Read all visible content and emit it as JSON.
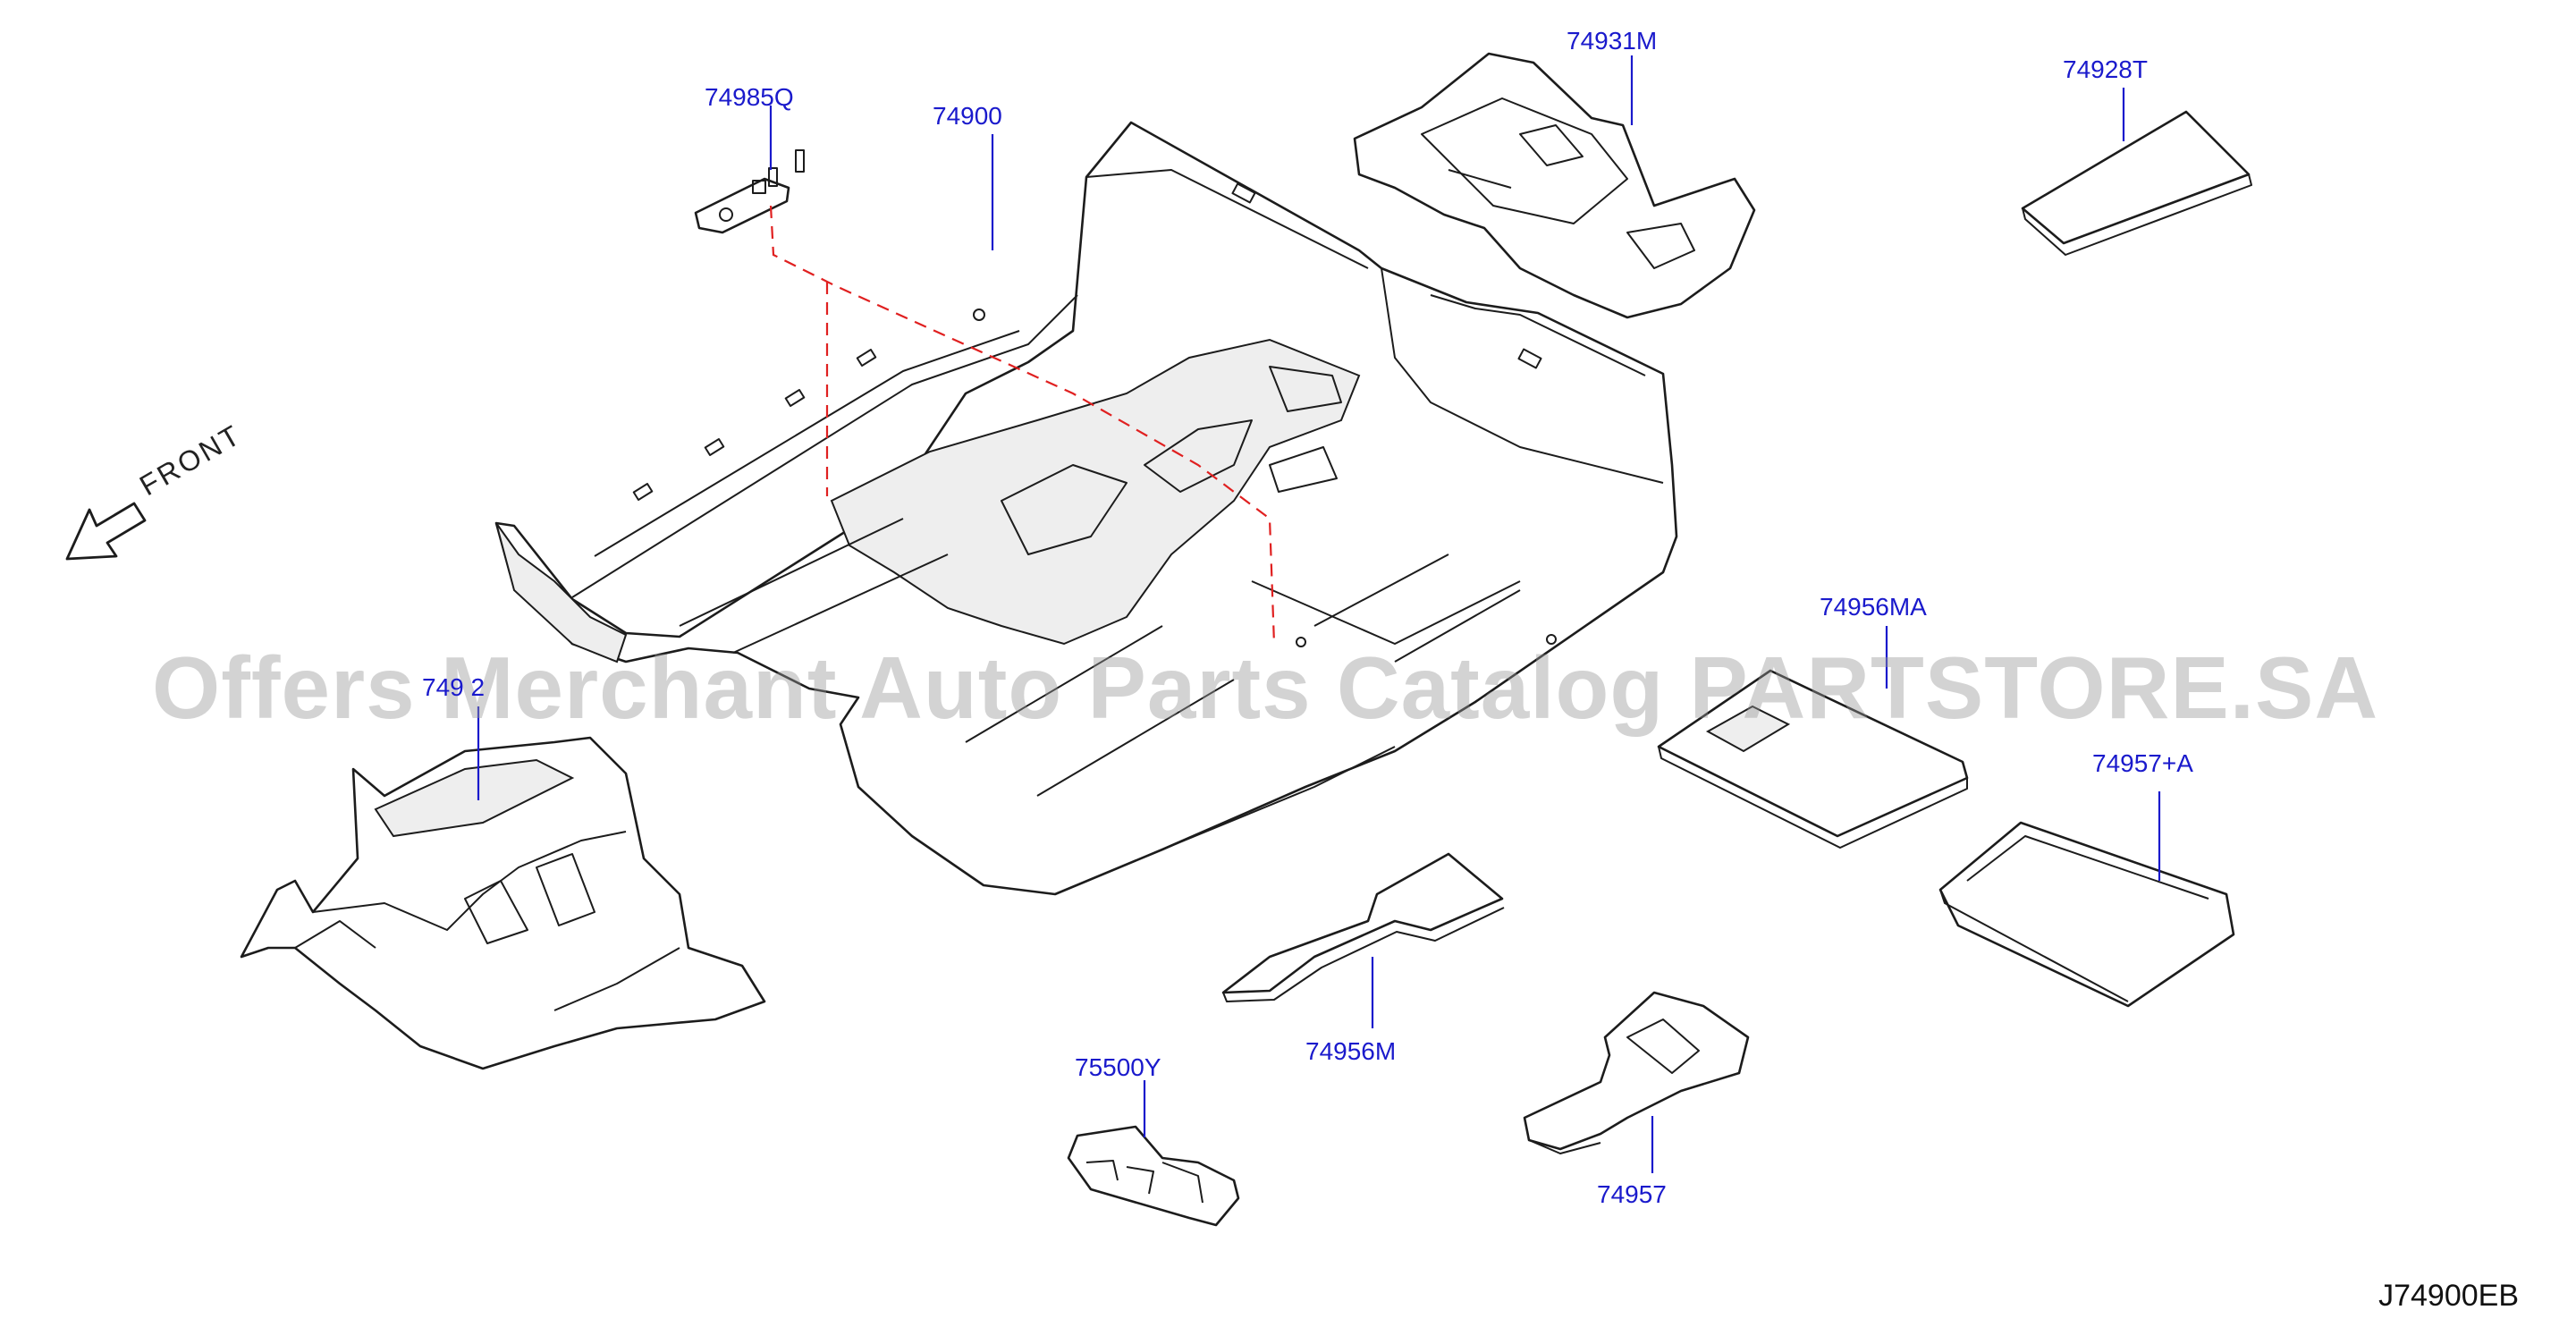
{
  "diagram": {
    "callouts": [
      {
        "id": "c-74985q",
        "label": "74985Q"
      },
      {
        "id": "c-74900",
        "label": "74900"
      },
      {
        "id": "c-74931m",
        "label": "74931M"
      },
      {
        "id": "c-74928t",
        "label": "74928T"
      },
      {
        "id": "c-74942",
        "label": "749 2"
      },
      {
        "id": "c-74956ma",
        "label": "74956MA"
      },
      {
        "id": "c-74957a",
        "label": "74957+A"
      },
      {
        "id": "c-74956m",
        "label": "74956M"
      },
      {
        "id": "c-75500y",
        "label": "75500Y"
      },
      {
        "id": "c-74957",
        "label": "74957"
      }
    ],
    "front_label": "FRONT",
    "diagram_code": "J74900EB",
    "watermark": "Offers Merchant Auto Parts Catalog PARTSTORE.SA",
    "colors": {
      "callout": "#1a1acc",
      "dashed_leader": "#e02020",
      "line_art": "#1c1c1c",
      "watermark": "#969696"
    }
  }
}
